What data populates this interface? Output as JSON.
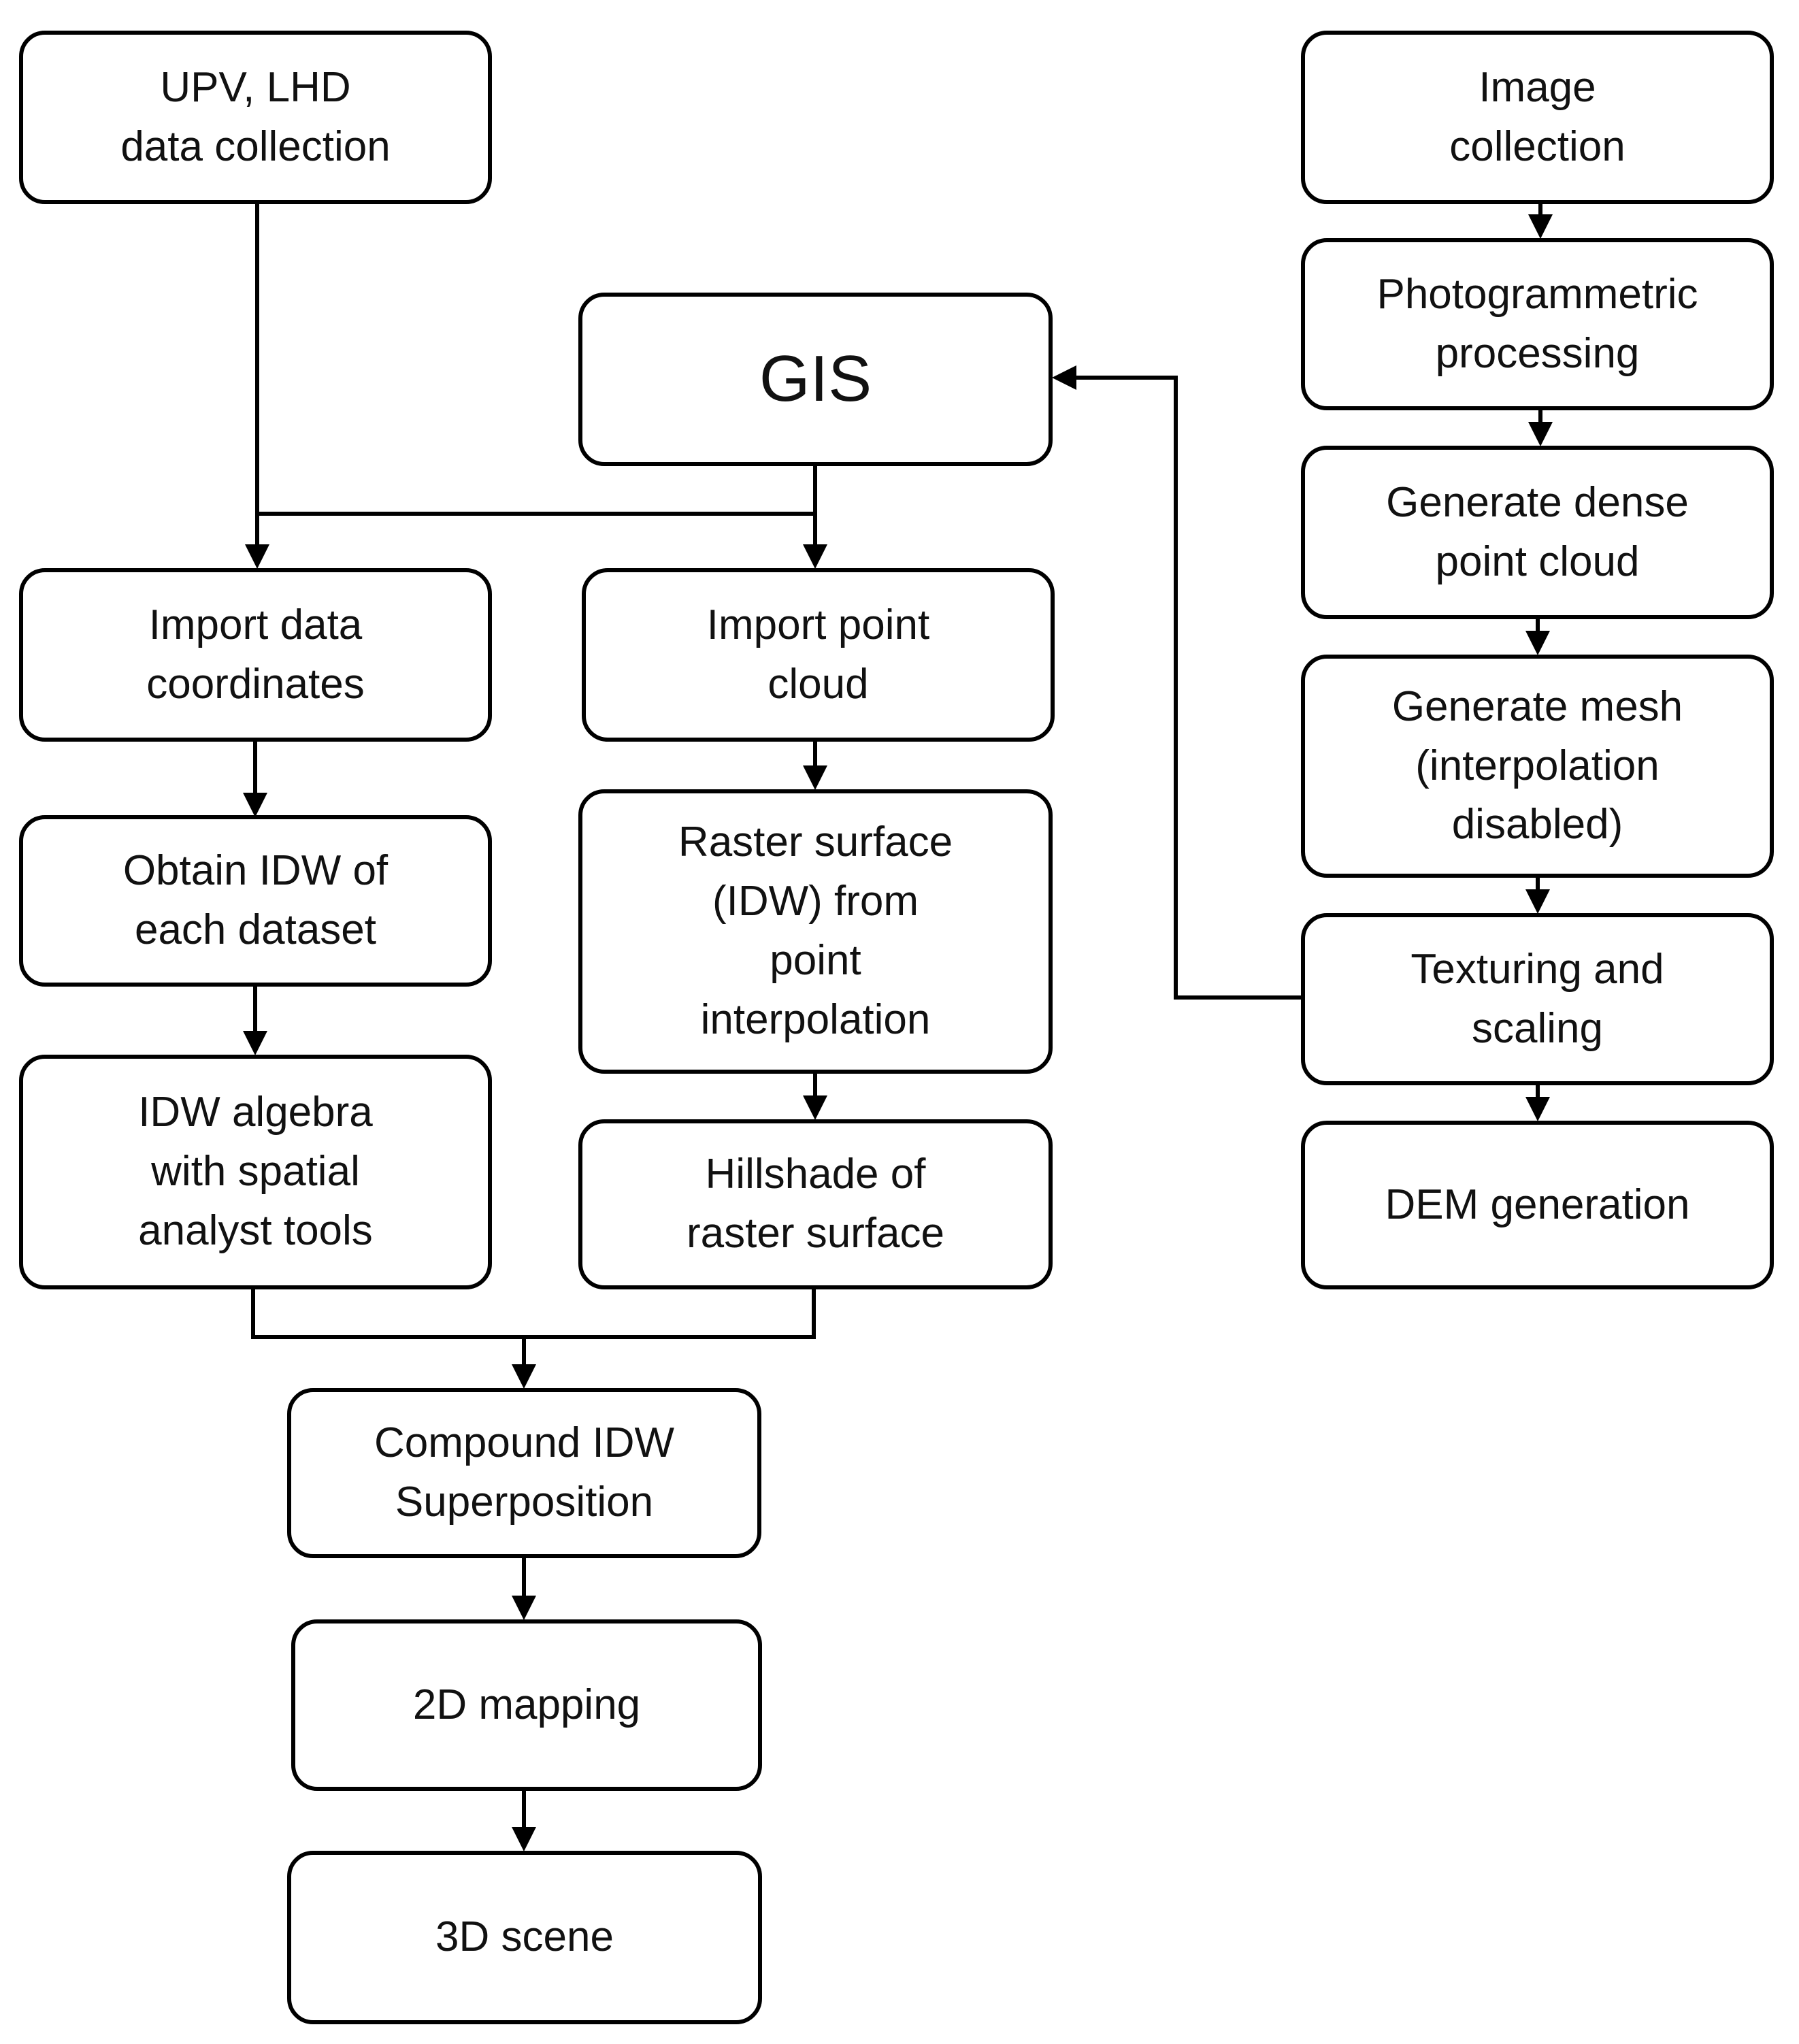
{
  "colors": {
    "stroke": "#000000",
    "text": "#111111",
    "background": "#ffffff"
  },
  "nodes": {
    "upv_lhd": "UPV, LHD\ndata collection",
    "gis": "GIS",
    "import_data_coordinates": "Import data\ncoordinates",
    "obtain_idw": "Obtain IDW of\neach dataset",
    "idw_algebra": "IDW algebra\nwith spatial\nanalyst tools",
    "import_point_cloud": "Import point\ncloud",
    "raster_surface": "Raster surface\n(IDW) from\npoint\ninterpolation",
    "hillshade": "Hillshade of\nraster surface",
    "compound_idw": "Compound IDW\nSuperposition",
    "mapping_2d": "2D mapping",
    "scene_3d": "3D scene",
    "image_collection": "Image\ncollection",
    "photogrammetric": "Photogrammetric\nprocessing",
    "dense_cloud": "Generate dense\npoint cloud",
    "generate_mesh": "Generate mesh\n(interpolation\ndisabled)",
    "texturing": "Texturing and\nscaling",
    "dem_generation": "DEM generation"
  }
}
